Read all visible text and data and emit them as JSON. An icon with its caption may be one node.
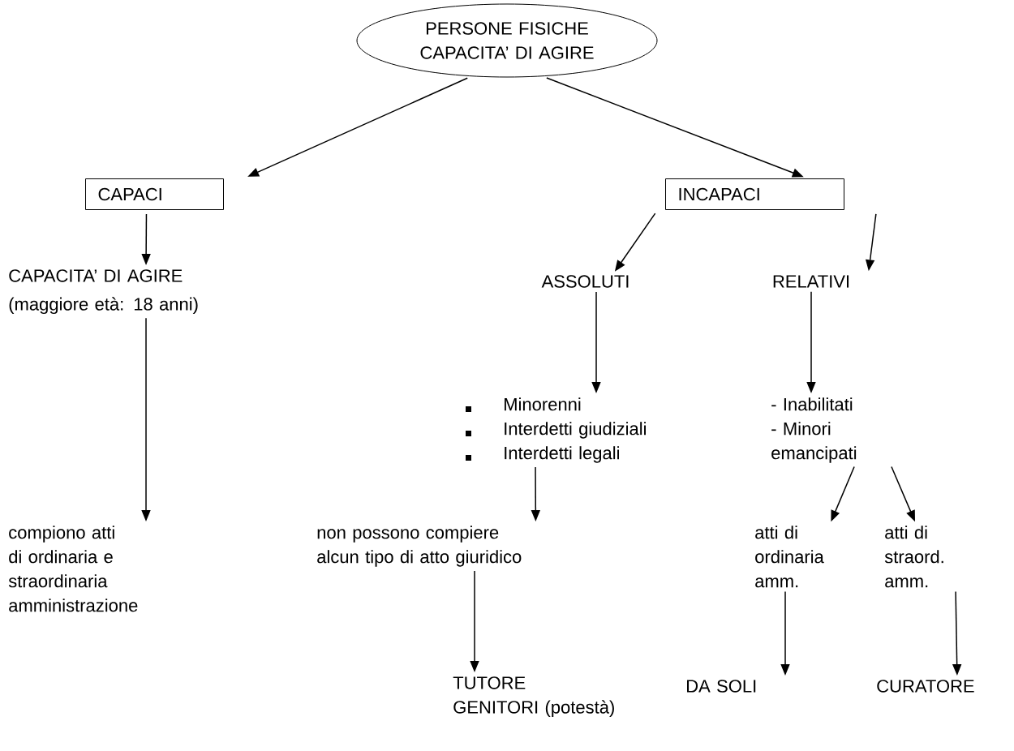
{
  "diagram": {
    "nodes": [
      {
        "text": [
          "PERSONE FISICHE CAPACITA’ DI AGIRE"
        ]
      },
      {
        "text": [
          "CAPACI"
        ]
      },
      {
        "text": [
          "INCAPACI"
        ]
      },
      {
        "text": [
          "CAPACITA’ DI AGIRE",
          "(maggiore età: 18 anni)"
        ]
      },
      {
        "text": [
          "ASSOLUTI"
        ]
      },
      {
        "text": [
          "RELATIVI"
        ]
      },
      {
        "text": [
          "Minorenni",
          "Interdetti giudiziali",
          "Interdetti legali"
        ]
      },
      {
        "text": [
          "- Inabilitati",
          "- Minori emancipati"
        ]
      },
      {
        "text": [
          "compiono atti di ordinaria e straordinaria amministrazione"
        ]
      },
      {
        "text": [
          "non possono compiere alcun tipo di atto giuridico"
        ]
      },
      {
        "text": [
          "atti di ordinaria amm."
        ]
      },
      {
        "text": [
          "atti di straord. amm."
        ]
      },
      {
        "text": [
          "TUTORE GENITORI (potestà)"
        ]
      },
      {
        "text": [
          "DA SOLI"
        ]
      },
      {
        "text": [
          "CURATORE"
        ]
      }
    ],
    "edges": [
      {
        "from": 0,
        "to": 1,
        "arrow": "to"
      },
      {
        "from": 0,
        "to": 2,
        "arrow": "to"
      },
      {
        "from": 1,
        "to": 3,
        "arrow": "to"
      },
      {
        "from": 2,
        "to": 4,
        "arrow": "to"
      },
      {
        "from": 2,
        "to": 5,
        "arrow": "to"
      },
      {
        "from": 3,
        "to": 8,
        "arrow": "to"
      },
      {
        "from": 4,
        "to": 6,
        "arrow": "to"
      },
      {
        "from": 5,
        "to": 7,
        "arrow": "to"
      },
      {
        "from": 6,
        "to": 9,
        "arrow": "to"
      },
      {
        "from": 7,
        "to": 10,
        "arrow": "to"
      },
      {
        "from": 7,
        "to": 11,
        "arrow": "to"
      },
      {
        "from": 9,
        "to": 12,
        "arrow": "to"
      },
      {
        "from": 10,
        "to": 13,
        "arrow": "to"
      },
      {
        "from": 11,
        "to": 14,
        "arrow": "to"
      }
    ]
  }
}
